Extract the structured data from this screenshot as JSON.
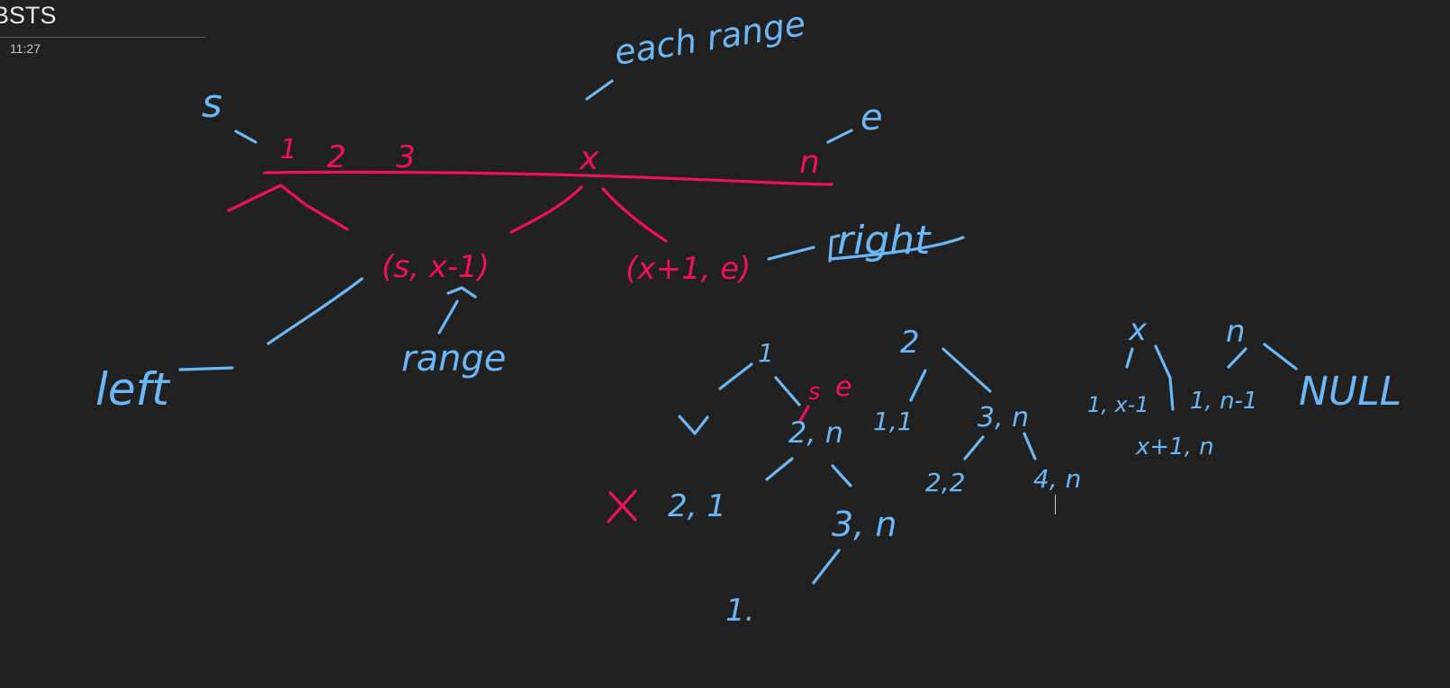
{
  "page": {
    "title": "BSTS",
    "time": "11:27"
  },
  "ink": {
    "each_range": "each range",
    "s_top": "s",
    "e_top": "e",
    "seq_1": "1",
    "seq_2": "2",
    "seq_3": "3",
    "seq_x": "x",
    "seq_n": "n",
    "left_range": "(s, x-1)",
    "right_range": "(x+1, e)",
    "right": "right",
    "left": "left",
    "range": "range",
    "t_1": "1",
    "t_2": "2",
    "t_x": "x",
    "t_n": "n",
    "s_small": "s",
    "e_small": "e",
    "t_2n": "2, n",
    "t_11": "1,1",
    "t_3n": "3, n",
    "t_1x1": "1, x-1",
    "t_1n1": "1, n-1",
    "t_null": "NULL",
    "t_21": "2, 1",
    "t_3n_b": "3, n",
    "t_22": "2,2",
    "t_4n": "4, n",
    "t_x1n": "x+1, n",
    "t_1dot": "1.",
    "cross": "×"
  },
  "colors": {
    "background": "#212121",
    "ink_blue": "#6cb8f6",
    "ink_pink": "#f0105c",
    "title_text": "#e8e8e8"
  }
}
